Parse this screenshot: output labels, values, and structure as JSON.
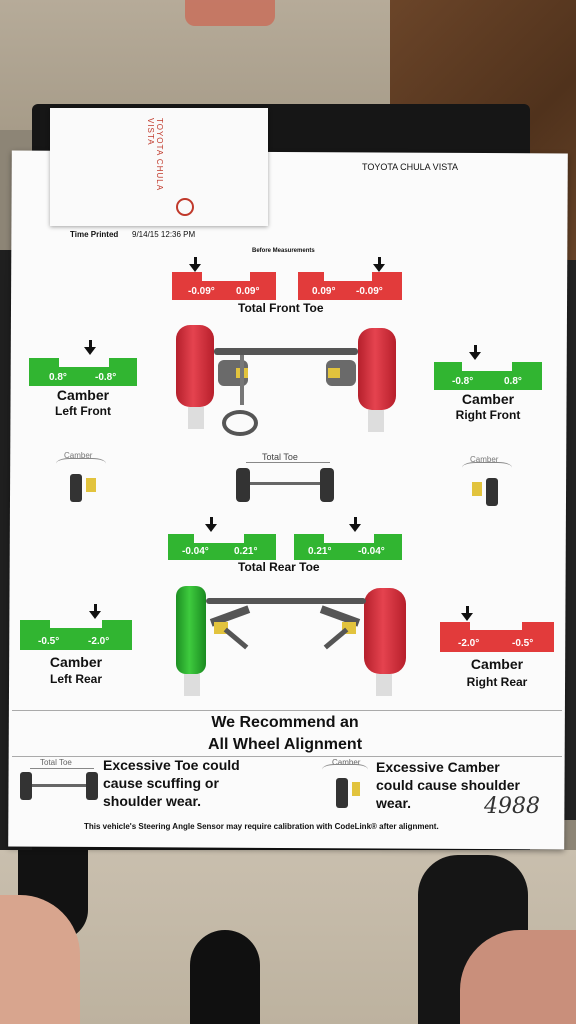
{
  "header": {
    "dealer": "TOYOTA CHULA VISTA",
    "time_printed_label": "Time Printed",
    "time_printed_value": "9/14/15 12:36 PM",
    "section": "Before Measurements"
  },
  "sticky_note": {
    "text": "TOYOTA CHULA VISTA"
  },
  "front_toe": {
    "title": "Total Front Toe",
    "left": {
      "a": "-0.09°",
      "b": "0.09°"
    },
    "right": {
      "a": "0.09°",
      "b": "-0.09°"
    }
  },
  "camber_left_front": {
    "title": "Camber",
    "sub": "Left Front",
    "a": "0.8°",
    "b": "-0.8°"
  },
  "camber_right_front": {
    "title": "Camber",
    "sub": "Right Front",
    "a": "-0.8°",
    "b": "0.8°"
  },
  "diagram_labels": {
    "total_toe": "Total Toe",
    "camber": "Camber"
  },
  "rear_toe": {
    "title": "Total Rear Toe",
    "left": {
      "a": "-0.04°",
      "b": "0.21°"
    },
    "right": {
      "a": "0.21°",
      "b": "-0.04°"
    }
  },
  "camber_left_rear": {
    "title": "Camber",
    "sub": "Left Rear",
    "a": "-0.5°",
    "b": "-2.0°"
  },
  "camber_right_rear": {
    "title": "Camber",
    "sub": "Right Rear",
    "a": "-2.0°",
    "b": "-0.5°"
  },
  "recommend": {
    "line1": "We Recommend an",
    "line2": "All Wheel Alignment"
  },
  "toe_warning": {
    "line1": "Excessive Toe could",
    "line2": "cause scuffing or",
    "line3": "shoulder wear."
  },
  "camber_warning": {
    "line1": "Excessive Camber",
    "line2": "could cause shoulder",
    "line3": "wear."
  },
  "handwritten": "4988",
  "footer": "This vehicle's Steering Angle Sensor may require calibration with CodeLink® after alignment.",
  "colors": {
    "red": "#e23b3b",
    "green": "#31b531",
    "paper": "#fbfbfb"
  }
}
